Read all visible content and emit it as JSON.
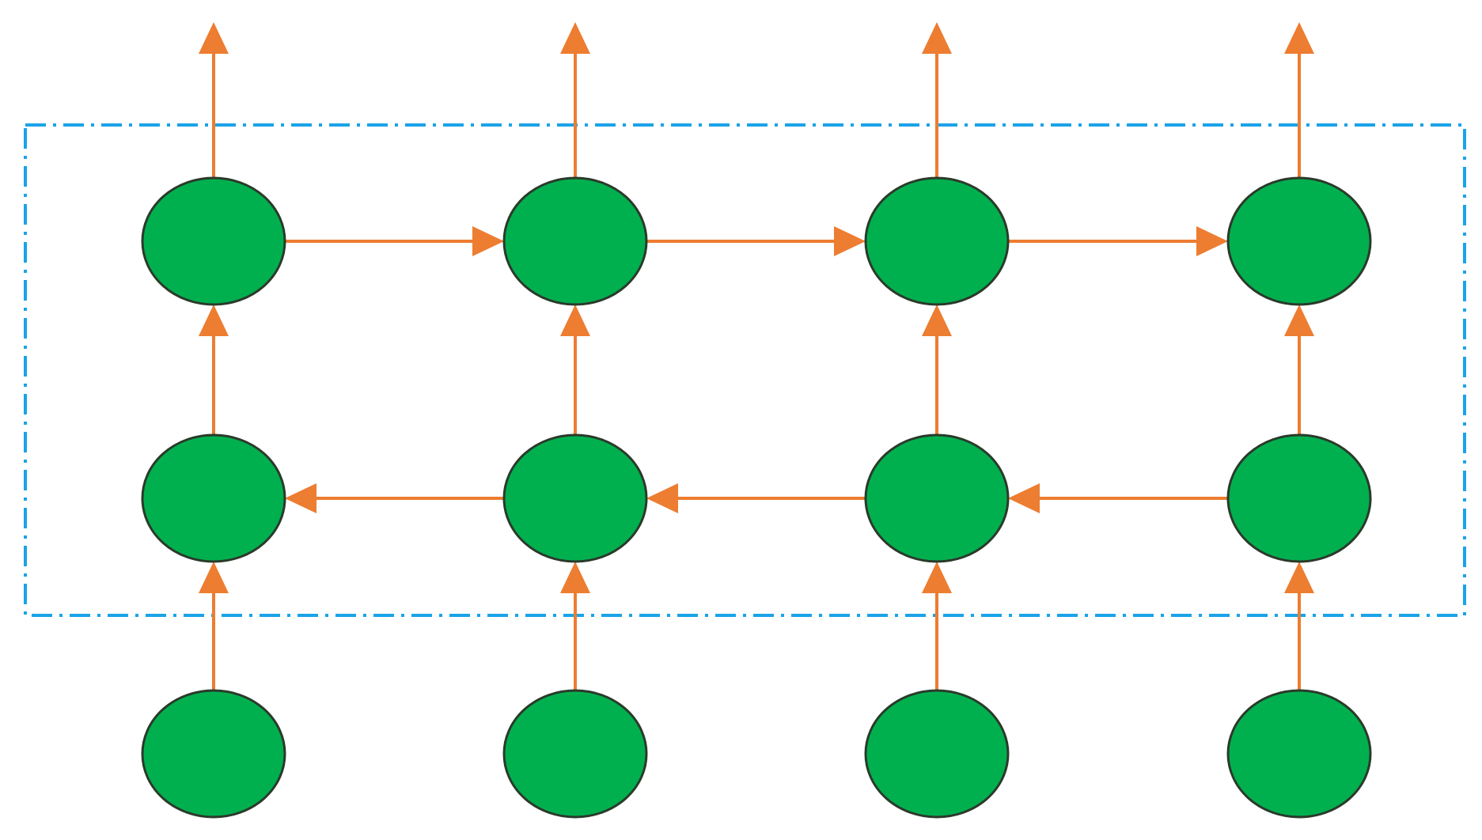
{
  "diagram": {
    "type": "bidirectional-rnn",
    "columns": 4,
    "rows": [
      "forward-layer",
      "backward-layer",
      "input-layer"
    ],
    "colors": {
      "node_fill": "#00b04f",
      "node_stroke": "#2a3a2a",
      "arrow": "#ed7d31",
      "group_border": "#1aa3e8",
      "background": "#ffffff"
    },
    "group_border_style": "dash-dot",
    "nodes": [
      {
        "id": "forward-1",
        "row": "forward-layer",
        "col": 1
      },
      {
        "id": "forward-2",
        "row": "forward-layer",
        "col": 2
      },
      {
        "id": "forward-3",
        "row": "forward-layer",
        "col": 3
      },
      {
        "id": "forward-4",
        "row": "forward-layer",
        "col": 4
      },
      {
        "id": "backward-1",
        "row": "backward-layer",
        "col": 1
      },
      {
        "id": "backward-2",
        "row": "backward-layer",
        "col": 2
      },
      {
        "id": "backward-3",
        "row": "backward-layer",
        "col": 3
      },
      {
        "id": "backward-4",
        "row": "backward-layer",
        "col": 4
      },
      {
        "id": "input-1",
        "row": "input-layer",
        "col": 1
      },
      {
        "id": "input-2",
        "row": "input-layer",
        "col": 2
      },
      {
        "id": "input-3",
        "row": "input-layer",
        "col": 3
      },
      {
        "id": "input-4",
        "row": "input-layer",
        "col": 4
      }
    ],
    "edges": [
      {
        "from": "forward-1",
        "to": "forward-2"
      },
      {
        "from": "forward-2",
        "to": "forward-3"
      },
      {
        "from": "forward-3",
        "to": "forward-4"
      },
      {
        "from": "backward-4",
        "to": "backward-3"
      },
      {
        "from": "backward-3",
        "to": "backward-2"
      },
      {
        "from": "backward-2",
        "to": "backward-1"
      },
      {
        "from": "backward-1",
        "to": "forward-1"
      },
      {
        "from": "backward-2",
        "to": "forward-2"
      },
      {
        "from": "backward-3",
        "to": "forward-3"
      },
      {
        "from": "backward-4",
        "to": "forward-4"
      },
      {
        "from": "input-1",
        "to": "backward-1"
      },
      {
        "from": "input-2",
        "to": "backward-2"
      },
      {
        "from": "input-3",
        "to": "backward-3"
      },
      {
        "from": "input-4",
        "to": "backward-4"
      },
      {
        "from": "forward-1",
        "to": "output-1"
      },
      {
        "from": "forward-2",
        "to": "output-2"
      },
      {
        "from": "forward-3",
        "to": "output-3"
      },
      {
        "from": "forward-4",
        "to": "output-4"
      }
    ]
  }
}
